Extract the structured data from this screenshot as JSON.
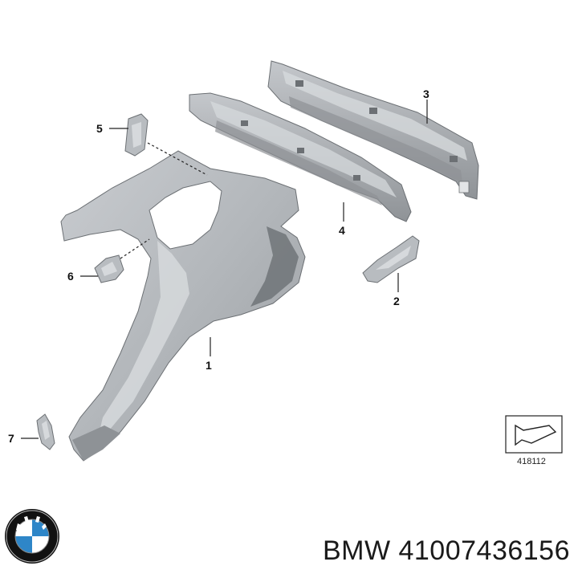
{
  "diagram": {
    "callouts": [
      {
        "id": "1",
        "label": "1"
      },
      {
        "id": "2",
        "label": "2"
      },
      {
        "id": "3",
        "label": "3"
      },
      {
        "id": "4",
        "label": "4"
      },
      {
        "id": "5",
        "label": "5"
      },
      {
        "id": "6",
        "label": "6"
      },
      {
        "id": "7",
        "label": "7"
      }
    ],
    "reference_number": "418112",
    "colors": {
      "part_fill": "#b8bcc0",
      "part_dark": "#8e9296",
      "part_shadow": "#6c7074",
      "part_light": "#d6d9dc",
      "line": "#222222"
    }
  },
  "footer": {
    "brand_logo": "bmw-roundel-logo",
    "part_code": "BMW 41007436156",
    "logo_colors": {
      "blue": "#2e86c8",
      "ring": "#111111",
      "white": "#ffffff"
    }
  }
}
